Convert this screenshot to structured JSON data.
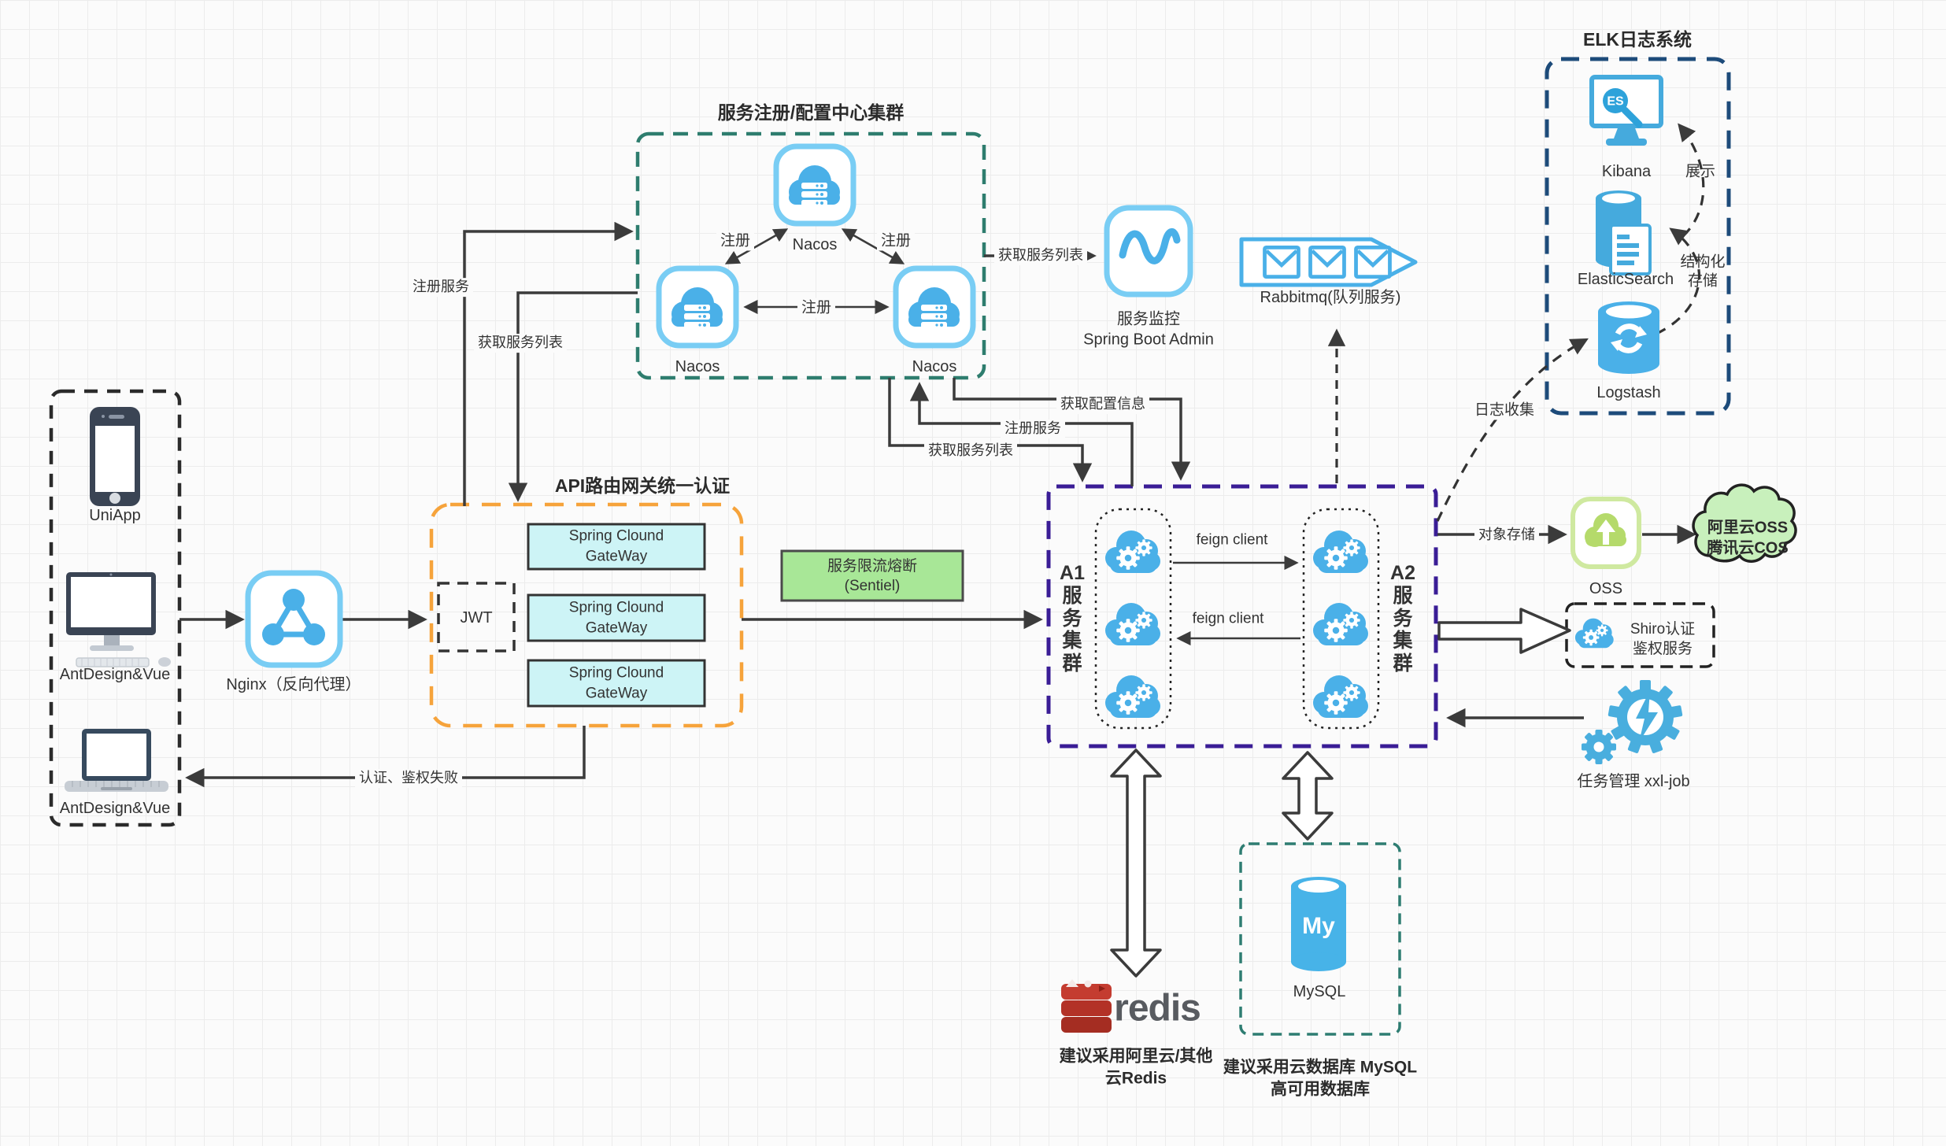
{
  "colors": {
    "icon_blue": "#4ab0e8",
    "icon_blue_border": "#79cdf4",
    "teal_border": "#2e7d6e",
    "purple_border": "#3a1d96",
    "orange_border": "#f6a33b",
    "navy_border": "#1d4b7a",
    "black_border": "#2b2b2b",
    "cyan_fill": "#cdf4f6",
    "green_fill": "#a8e797",
    "cloud_green_fill": "#c8f0bc",
    "oss_green": "#b5da6b",
    "redis_red": "#b93227",
    "arrow": "#3b3b3b"
  },
  "clients": {
    "uniapp": "UniApp",
    "desktop": "AntDesign&Vue",
    "laptop": "AntDesign&Vue"
  },
  "nginx": {
    "label": "Nginx（反向代理）"
  },
  "gateway": {
    "title": "API路由网关统一认证",
    "jwt": "JWT",
    "nodes": [
      "Spring Clound GateWay",
      "Spring Clound GateWay",
      "Spring Clound GateWay"
    ]
  },
  "sentinel": {
    "line1": "服务限流熔断",
    "line2": "(Sentiel)"
  },
  "registry": {
    "title": "服务注册/配置中心集群",
    "nodes": [
      "Nacos",
      "Nacos",
      "Nacos"
    ],
    "edges": [
      "注册",
      "注册",
      "注册"
    ]
  },
  "edges": {
    "register_service": "注册服务",
    "get_service_list": "获取服务列表",
    "get_service_list_admin": "获取服务列表",
    "get_config": "获取配置信息",
    "register_service_mid": "注册服务",
    "get_service_list_mid": "获取服务列表",
    "auth_fail": "认证、鉴权失败",
    "feign_top": "feign client",
    "feign_bottom": "feign client",
    "log_collect": "日志收集",
    "object_storage": "对象存储",
    "display": "展示",
    "structured_line1": "结构化",
    "structured_line2": "存储"
  },
  "admin": {
    "line1": "服务监控",
    "line2": "Spring Boot Admin"
  },
  "rabbitmq": {
    "label": "Rabbitmq(队列服务)"
  },
  "cluster": {
    "a1": [
      "A1",
      "服",
      "务",
      "集",
      "群"
    ],
    "a2": [
      "A2",
      "服",
      "务",
      "集",
      "群"
    ]
  },
  "elk": {
    "title": "ELK日志系统",
    "kibana": "Kibana",
    "es": "ElasticSearch",
    "logstash": "Logstash",
    "es_badge": "ES"
  },
  "oss": {
    "label": "OSS",
    "cloud_line1": "阿里云OSS",
    "cloud_line2": "腾讯云COS"
  },
  "shiro": {
    "line1": "Shiro认证",
    "line2": "鉴权服务"
  },
  "xxljob": {
    "label": "任务管理 xxl-job"
  },
  "redis": {
    "logo": "redis",
    "note_line1": "建议采用阿里云/其他",
    "note_line2": "云Redis"
  },
  "mysql": {
    "label": "MySQL",
    "badge": "My",
    "note_line1": "建议采用云数据库 MySQL",
    "note_line2": "高可用数据库"
  }
}
